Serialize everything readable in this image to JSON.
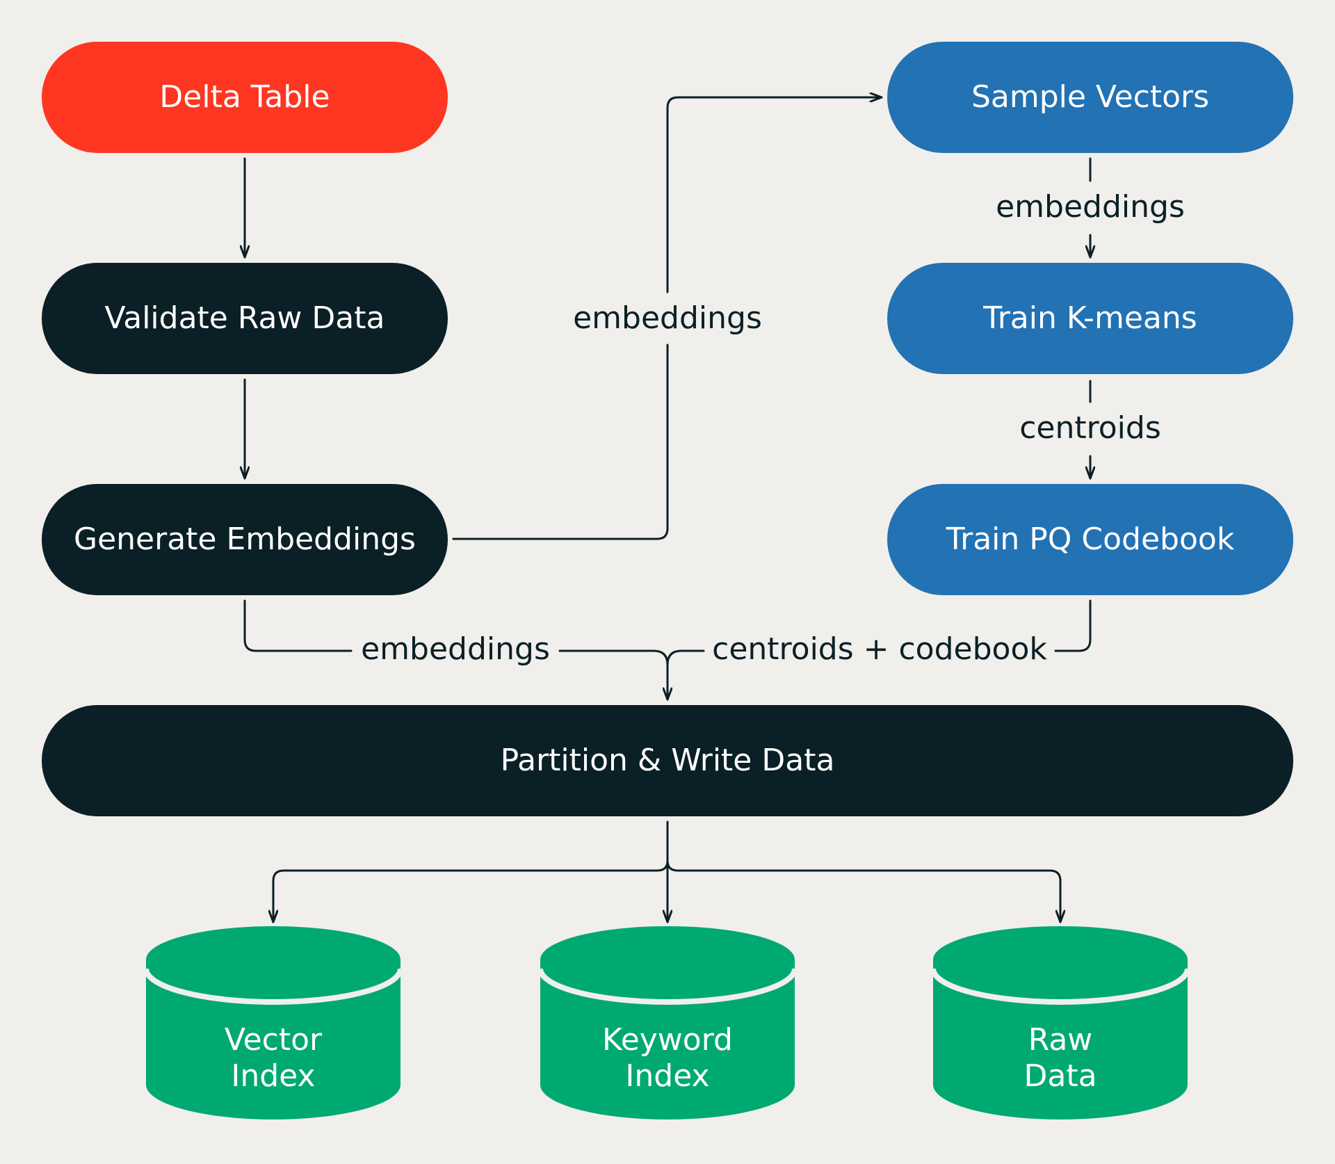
{
  "nodes": {
    "delta_table": "Delta Table",
    "validate_raw_data": "Validate Raw Data",
    "generate_embeddings": "Generate Embeddings",
    "sample_vectors": "Sample Vectors",
    "train_kmeans": "Train K-means",
    "train_pq_codebook": "Train PQ Codebook",
    "partition_write_data": "Partition & Write Data"
  },
  "stores": {
    "vector_index": [
      "Vector",
      "Index"
    ],
    "keyword_index": [
      "Keyword",
      "Index"
    ],
    "raw_data": [
      "Raw",
      "Data"
    ]
  },
  "edge_labels": {
    "generate_to_sample": "embeddings",
    "sample_to_kmeans": "embeddings",
    "kmeans_to_pq": "centroids",
    "generate_to_partition": "embeddings",
    "pq_to_partition": "centroids + codebook"
  },
  "colors": {
    "background": "#f0efeb",
    "source": "#ff3621",
    "process": "#0b1f26",
    "training": "#2272b4",
    "storage": "#00a972"
  }
}
